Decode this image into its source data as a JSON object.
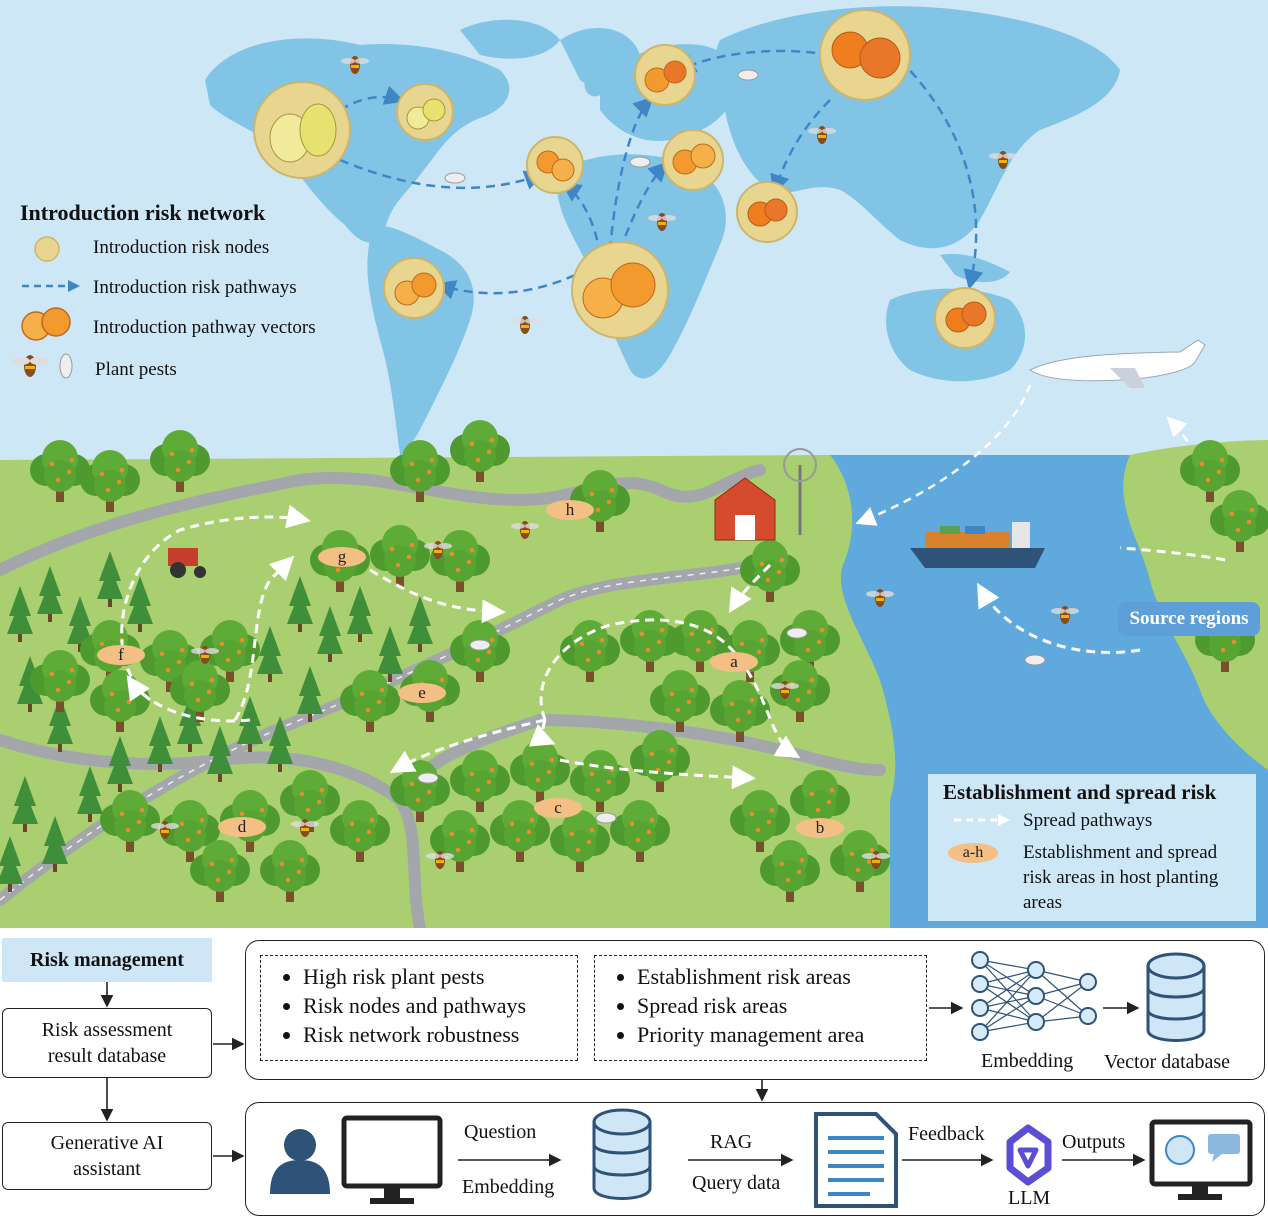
{
  "intro_network": {
    "title": "Introduction risk network",
    "legend": [
      {
        "label": "Introduction risk nodes",
        "icon": "risk-node-icon"
      },
      {
        "label": "Introduction risk pathways",
        "icon": "dashed-arrow-icon"
      },
      {
        "label": "Introduction pathway vectors",
        "icon": "orange-fruit-icon"
      },
      {
        "label": "Plant pests",
        "icon": "pest-insect-icon"
      }
    ]
  },
  "areas": [
    "a",
    "b",
    "c",
    "d",
    "e",
    "f",
    "g",
    "h"
  ],
  "source_regions": "Source regions",
  "establishment": {
    "title": "Establishment and spread risk",
    "spread_label": "Spread pathways",
    "area_key": "a-h",
    "area_desc_lines": [
      "Establishment and spread",
      "risk areas in host planting",
      "areas"
    ]
  },
  "risk_management": {
    "title": "Risk management",
    "db_lines": [
      "Risk assessment",
      "result database"
    ],
    "assistant_lines": [
      "Generative AI",
      "assistant"
    ],
    "list1": [
      "High risk plant pests",
      "Risk nodes and pathways",
      "Risk network robustness"
    ],
    "list2": [
      "Establishment risk areas",
      "Spread risk areas",
      "Priority management area"
    ],
    "embedding": "Embedding",
    "vector_db": "Vector database",
    "question": "Question",
    "embedding2": "Embedding",
    "rag": "RAG",
    "query": "Query data",
    "feedback": "Feedback",
    "llm": "LLM",
    "outputs": "Outputs"
  },
  "colors": {
    "sky": "#cde7f6",
    "continent": "#82c4e6",
    "ocean": "#5fa9dc",
    "grass": "#a9cf70",
    "node": "#e7d590",
    "pathway": "#3e86c6",
    "orange": "#f39a2e",
    "management_bg": "#cfe6f7"
  }
}
